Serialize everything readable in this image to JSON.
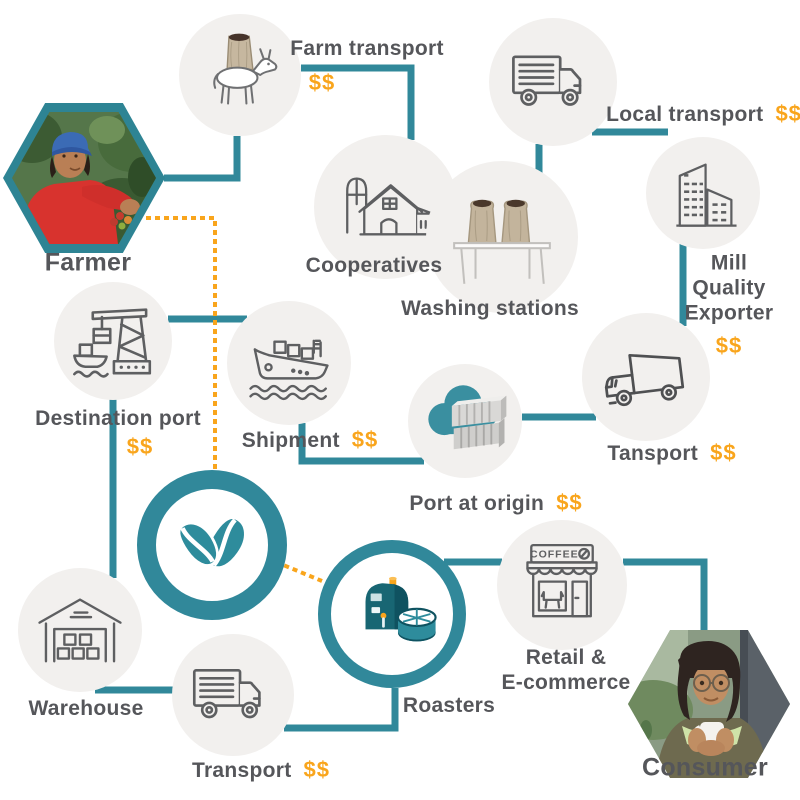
{
  "colors": {
    "teal": "#31889a",
    "orange": "#f9a51c",
    "label_gray": "#55565a",
    "node_fill": "#f2f0ee"
  },
  "nodes": {
    "farmer": {
      "label": "Farmer"
    },
    "farm_transport": {
      "label": "Farm transport",
      "cost": "$$"
    },
    "cooperatives": {
      "label": "Cooperatives"
    },
    "washing_stations": {
      "label": "Washing stations"
    },
    "local_transport": {
      "label": "Local transport",
      "cost": "$$"
    },
    "mill": {
      "line1": "Mill",
      "line2": "Quality",
      "line3": "Exporter",
      "cost": "$$"
    },
    "mill_transport": {
      "label": "Tansport",
      "cost": "$$"
    },
    "port_at_origin": {
      "label": "Port at origin",
      "cost": "$$"
    },
    "shipment": {
      "label": "Shipment",
      "cost": "$$"
    },
    "destination_port": {
      "label": "Destination port",
      "cost": "$$"
    },
    "warehouse": {
      "label": "Warehouse"
    },
    "roaster_transport": {
      "label": "Transport",
      "cost": "$$"
    },
    "roasters": {
      "label": "Roasters"
    },
    "retail": {
      "line1": "Retail &",
      "line2": "E-commerce"
    },
    "consumer": {
      "label": "Consumer"
    }
  },
  "icons": {
    "coffee_sign": "COFFEE"
  }
}
